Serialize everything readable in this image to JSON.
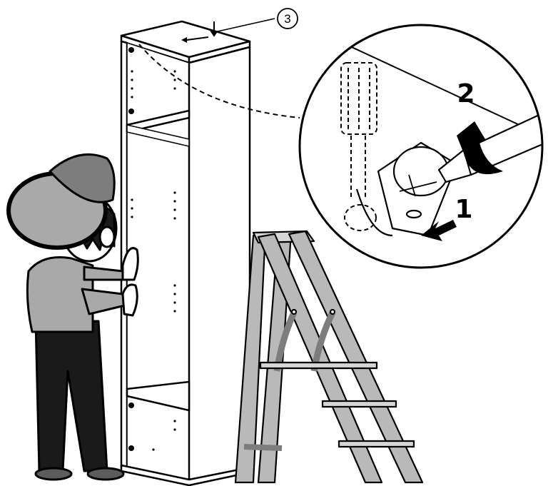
{
  "callout": {
    "part_number": "3"
  },
  "steps": {
    "step1": "1",
    "step2": "2"
  },
  "colors": {
    "line": "#000000",
    "person_gray": "#a9a9a9",
    "cap_gray": "#7d7d7d",
    "ladder_gray": "#b9b9b9",
    "pants": "#1a1a1a",
    "shoe_gray": "#5c5c5c"
  }
}
